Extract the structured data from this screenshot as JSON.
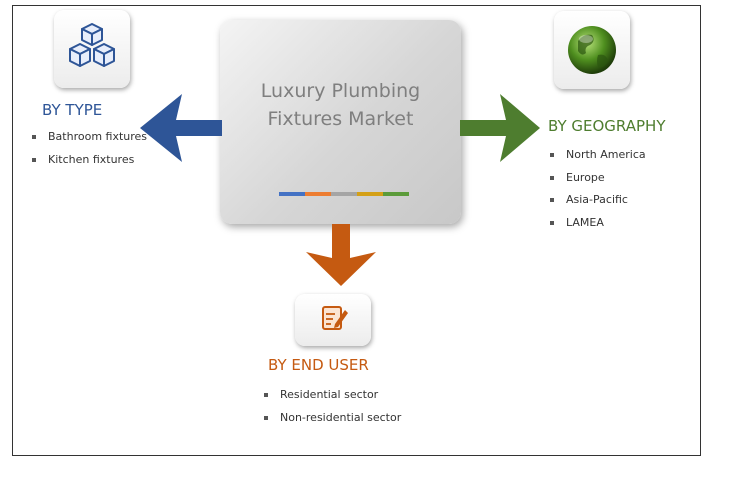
{
  "center": {
    "title_line1": "Luxury Plumbing",
    "title_line2": "Fixtures Market"
  },
  "by_type": {
    "title": "BY TYPE",
    "items": [
      "Bathroom fixtures",
      "Kitchen fixtures"
    ],
    "color": "#2e5597",
    "icon": "cubes-icon"
  },
  "by_geography": {
    "title": "BY GEOGRAPHY",
    "items": [
      "North America",
      "Europe",
      "Asia-Pacific",
      "LAMEA"
    ],
    "color": "#4e7d2f",
    "icon": "globe-icon"
  },
  "by_end_user": {
    "title": "BY END USER",
    "items": [
      "Residential sector",
      "Non-residential sector"
    ],
    "color": "#c55a11",
    "icon": "document-pen-icon"
  },
  "accent_bar_colors": [
    "#4472c4",
    "#ed7d31",
    "#a5a5a5",
    "#d4a017",
    "#5b9b3a"
  ]
}
